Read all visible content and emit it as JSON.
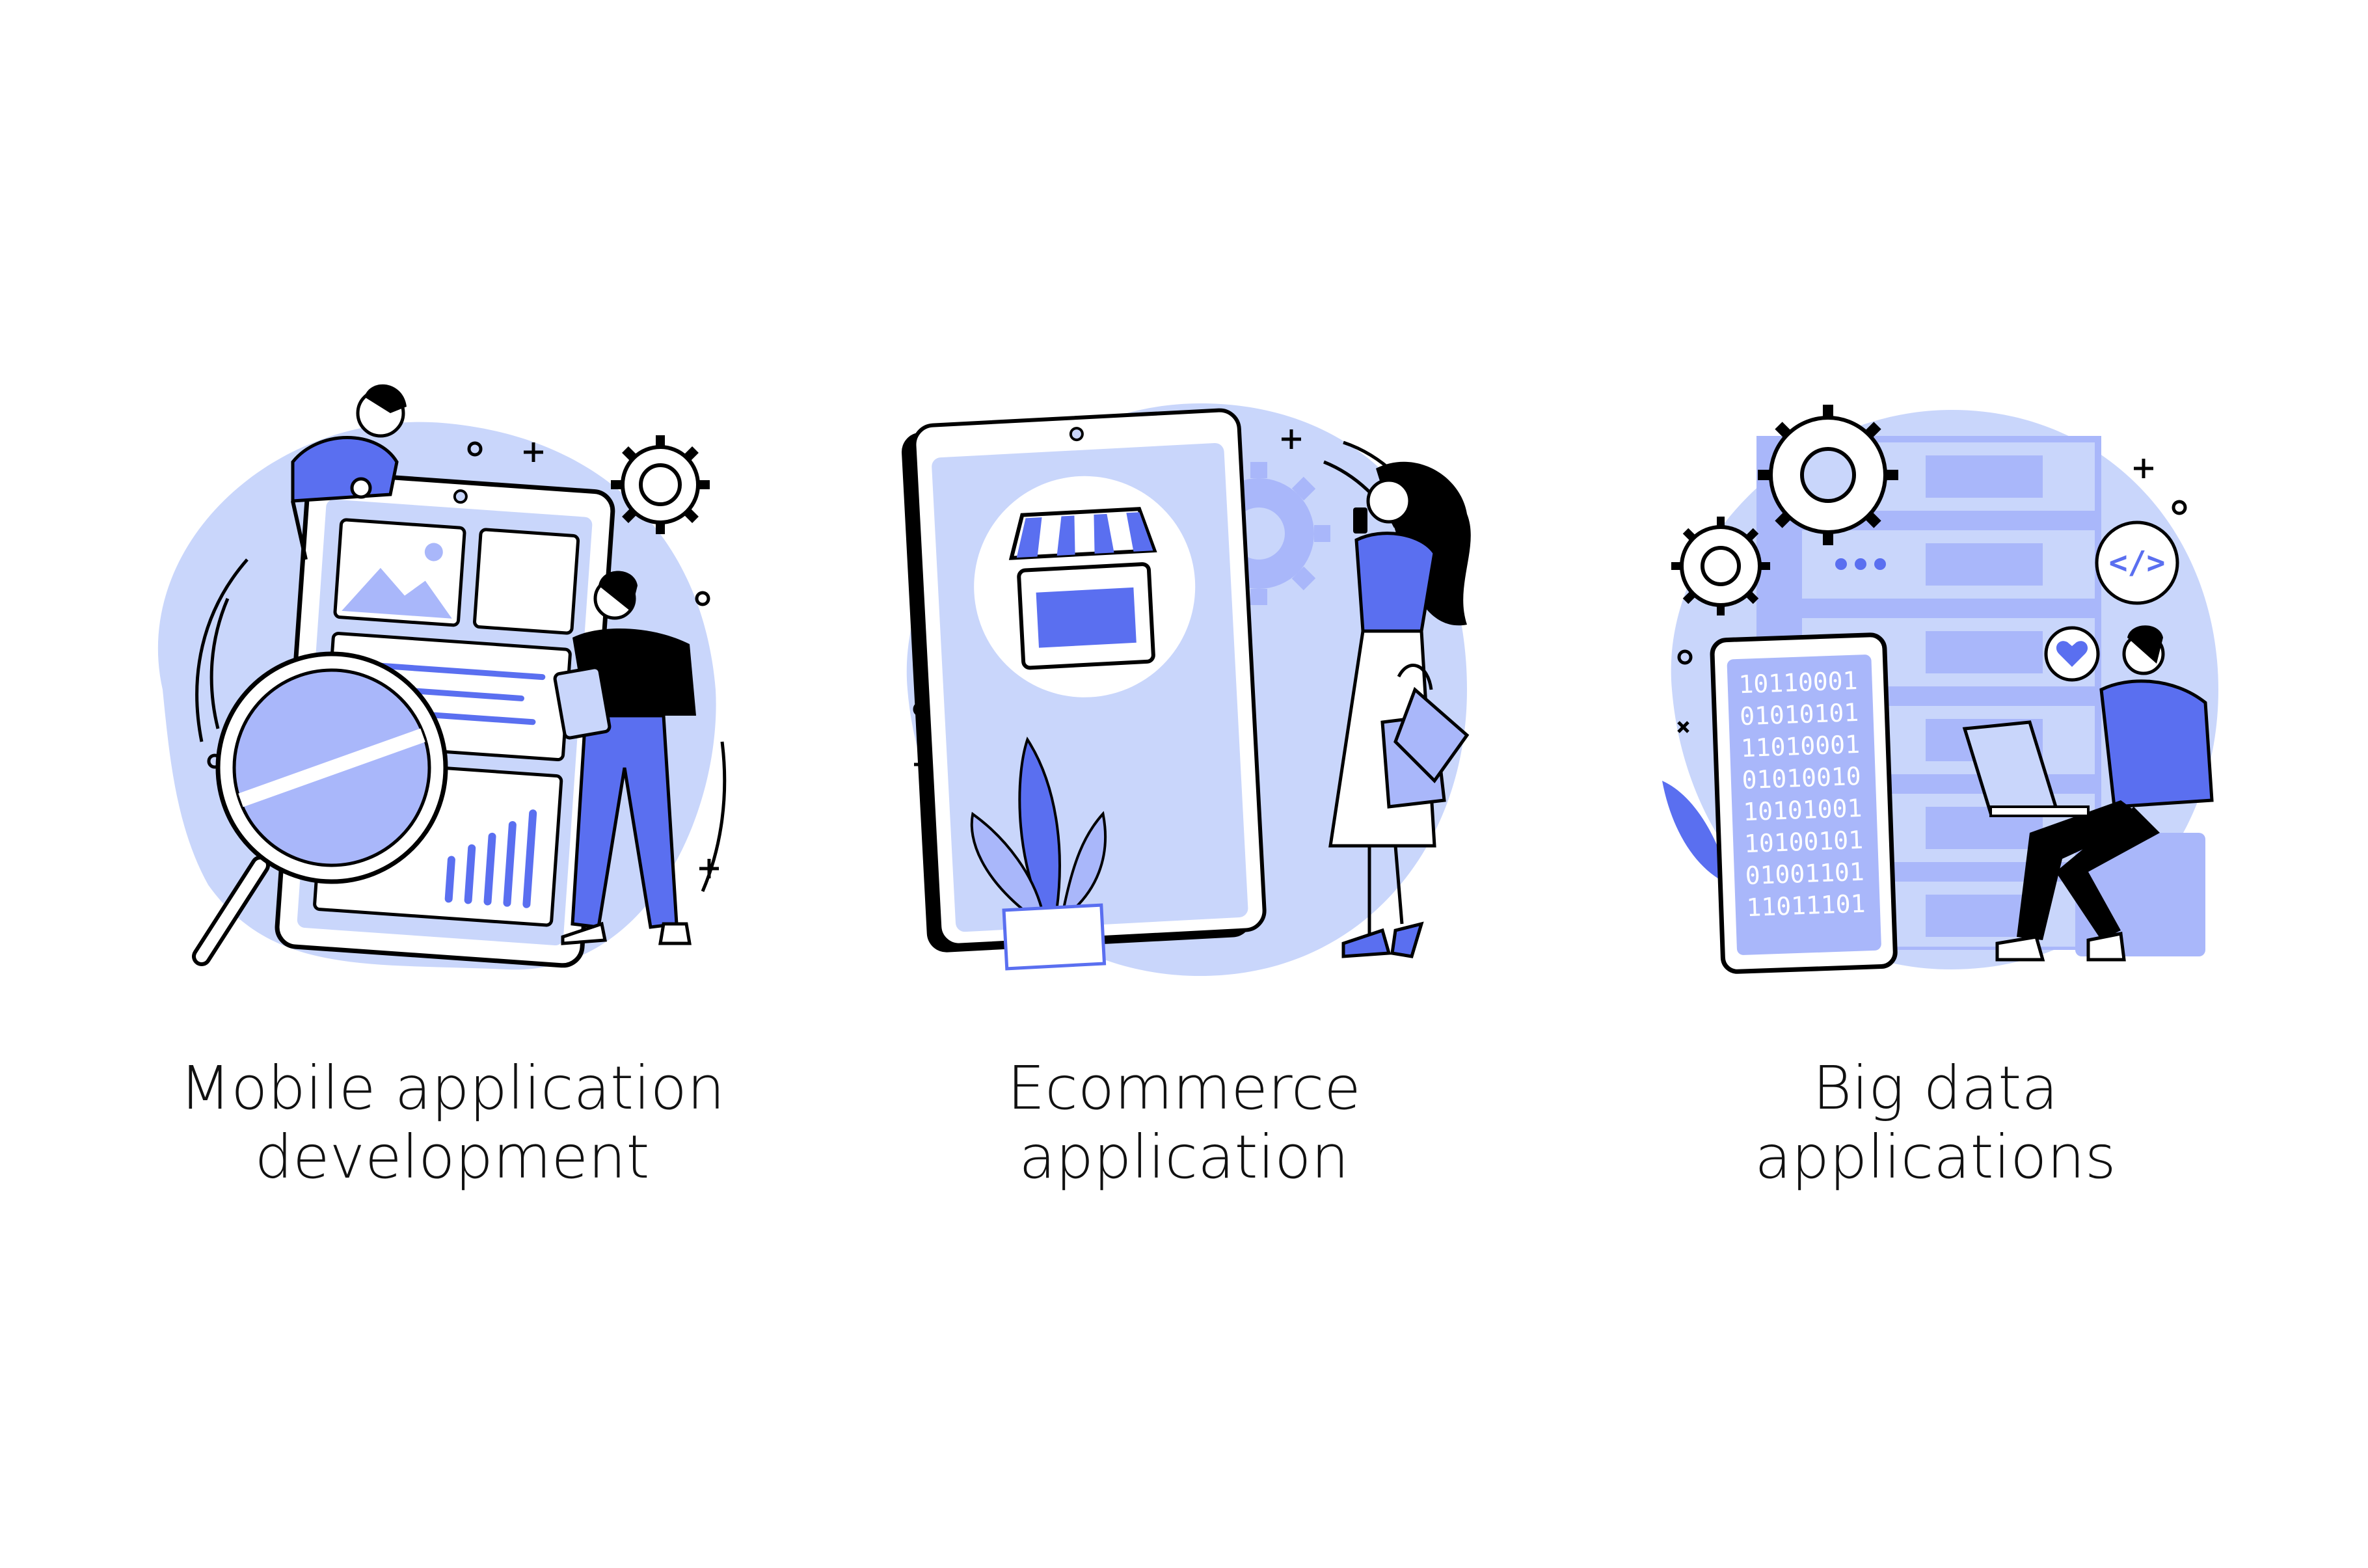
{
  "palette": {
    "accent": "#5a6ff0",
    "light": "#c9d6fb",
    "mid": "#a9b7fa",
    "ink": "#000000"
  },
  "illustrations": [
    {
      "icon": "mobile-app-development",
      "caption": [
        "Mobile application",
        "development"
      ]
    },
    {
      "icon": "ecommerce-app",
      "caption": [
        "Ecommerce",
        "application"
      ]
    },
    {
      "icon": "big-data-app",
      "caption": [
        "Big data",
        "applications"
      ],
      "binary_rows": [
        "10110001",
        "01010101",
        "11010001",
        "01010010",
        "10101001",
        "10100101",
        "01001101",
        "11011101"
      ],
      "code_badge": "</>"
    }
  ]
}
